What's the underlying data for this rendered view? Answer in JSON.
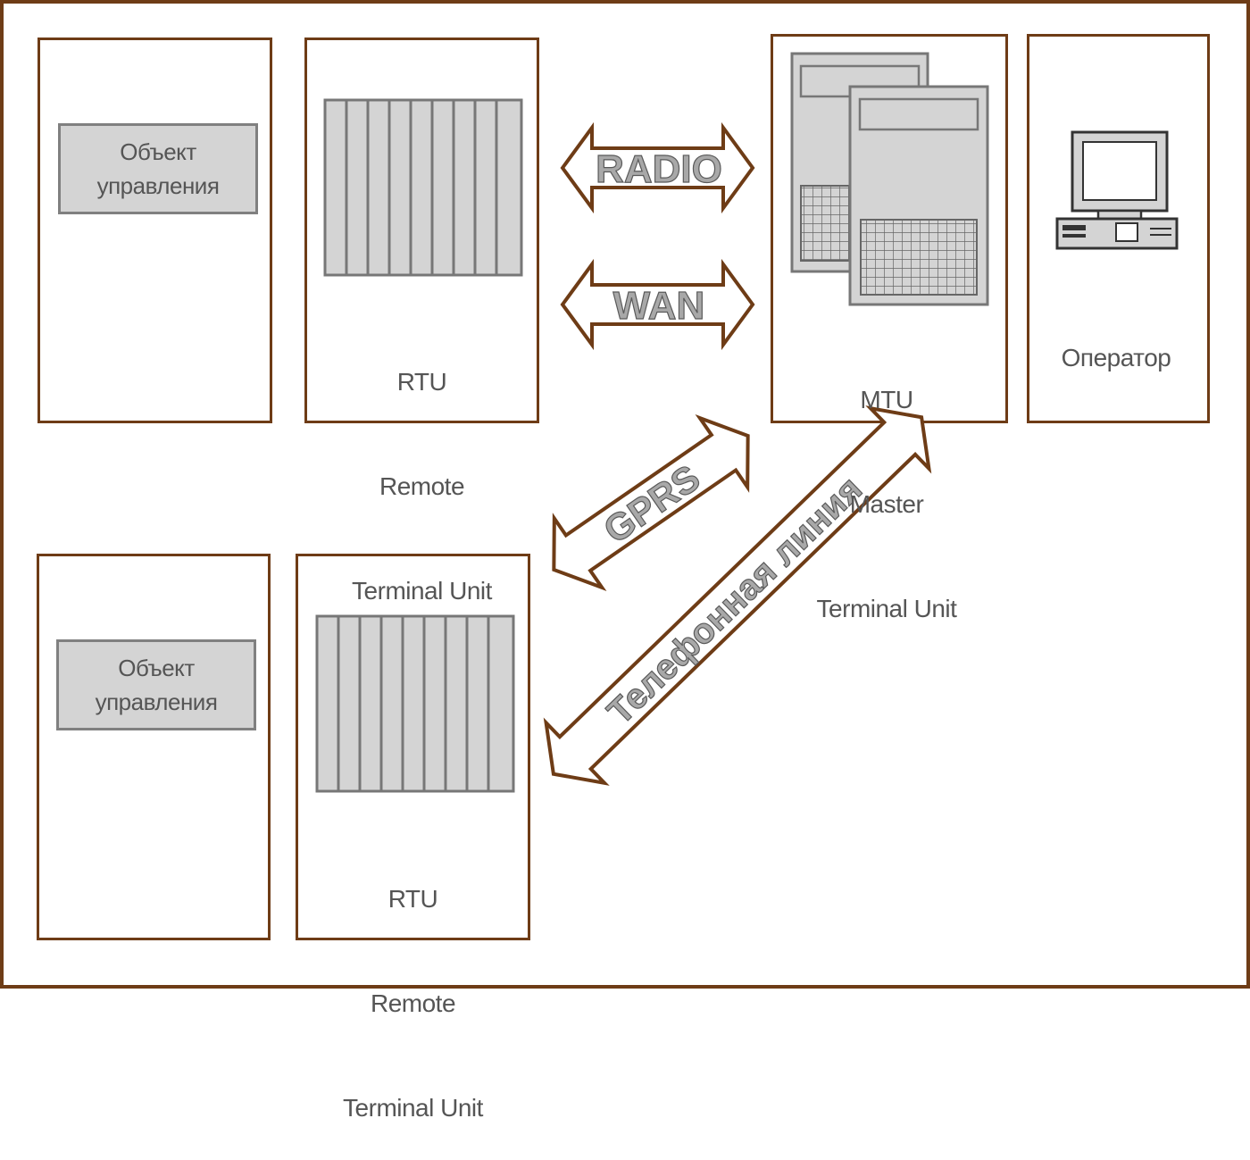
{
  "diagram": {
    "control_object_top": {
      "line1": "Объект",
      "line2": "управления"
    },
    "control_object_bottom": {
      "line1": "Объект",
      "line2": "управления"
    },
    "rtu_top": {
      "line1": "RTU",
      "line2": "Remote",
      "line3": "Terminal Unit"
    },
    "rtu_bottom": {
      "line1": "RTU",
      "line2": "Remote",
      "line3": "Terminal Unit"
    },
    "mtu": {
      "line1": "MTU",
      "line2": "Master",
      "line3": "Terminal Unit"
    },
    "operator": {
      "label": "Оператор"
    },
    "links": {
      "radio": "RADIO",
      "wan": "WAN",
      "gprs": "GPRS",
      "phone": "Телефонная линия"
    }
  },
  "colors": {
    "frame": "#6e3c16",
    "equipment_fill": "#d4d4d4",
    "equipment_stroke": "#808080",
    "text": "#555555"
  },
  "icons": [
    "rack-icon",
    "server-icon",
    "computer-icon",
    "double-arrow-icon"
  ]
}
